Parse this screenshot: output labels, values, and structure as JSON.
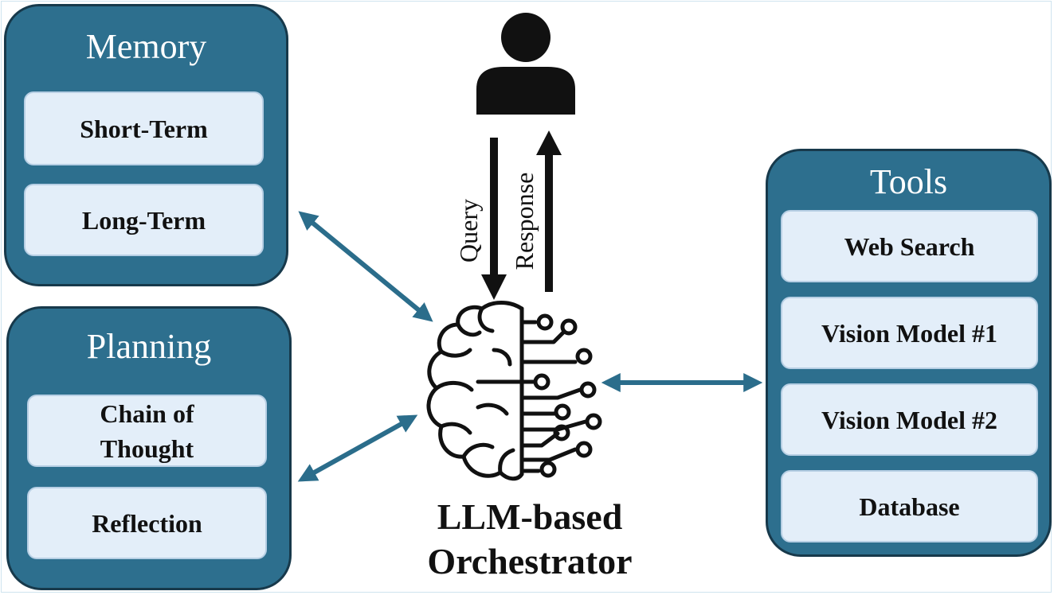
{
  "panels": {
    "memory": {
      "title": "Memory",
      "items": [
        "Short-Term",
        "Long-Term"
      ]
    },
    "planning": {
      "title": "Planning",
      "items": [
        "Chain of\nThought",
        "Reflection"
      ]
    },
    "tools": {
      "title": "Tools",
      "items": [
        "Web Search",
        "Vision Model #1",
        "Vision Model #2",
        "Database"
      ]
    }
  },
  "labels": {
    "query": "Query",
    "response": "Response",
    "orchestrator_line1": "LLM-based",
    "orchestrator_line2": "Orchestrator"
  },
  "icons": {
    "user": "user-icon",
    "brain": "brain-circuit-icon"
  },
  "colors": {
    "panel_fill": "#2d6f8e",
    "panel_border": "#17394b",
    "item_fill": "#e3eef9",
    "arrow": "#2b6d8b",
    "text": "#111111"
  }
}
